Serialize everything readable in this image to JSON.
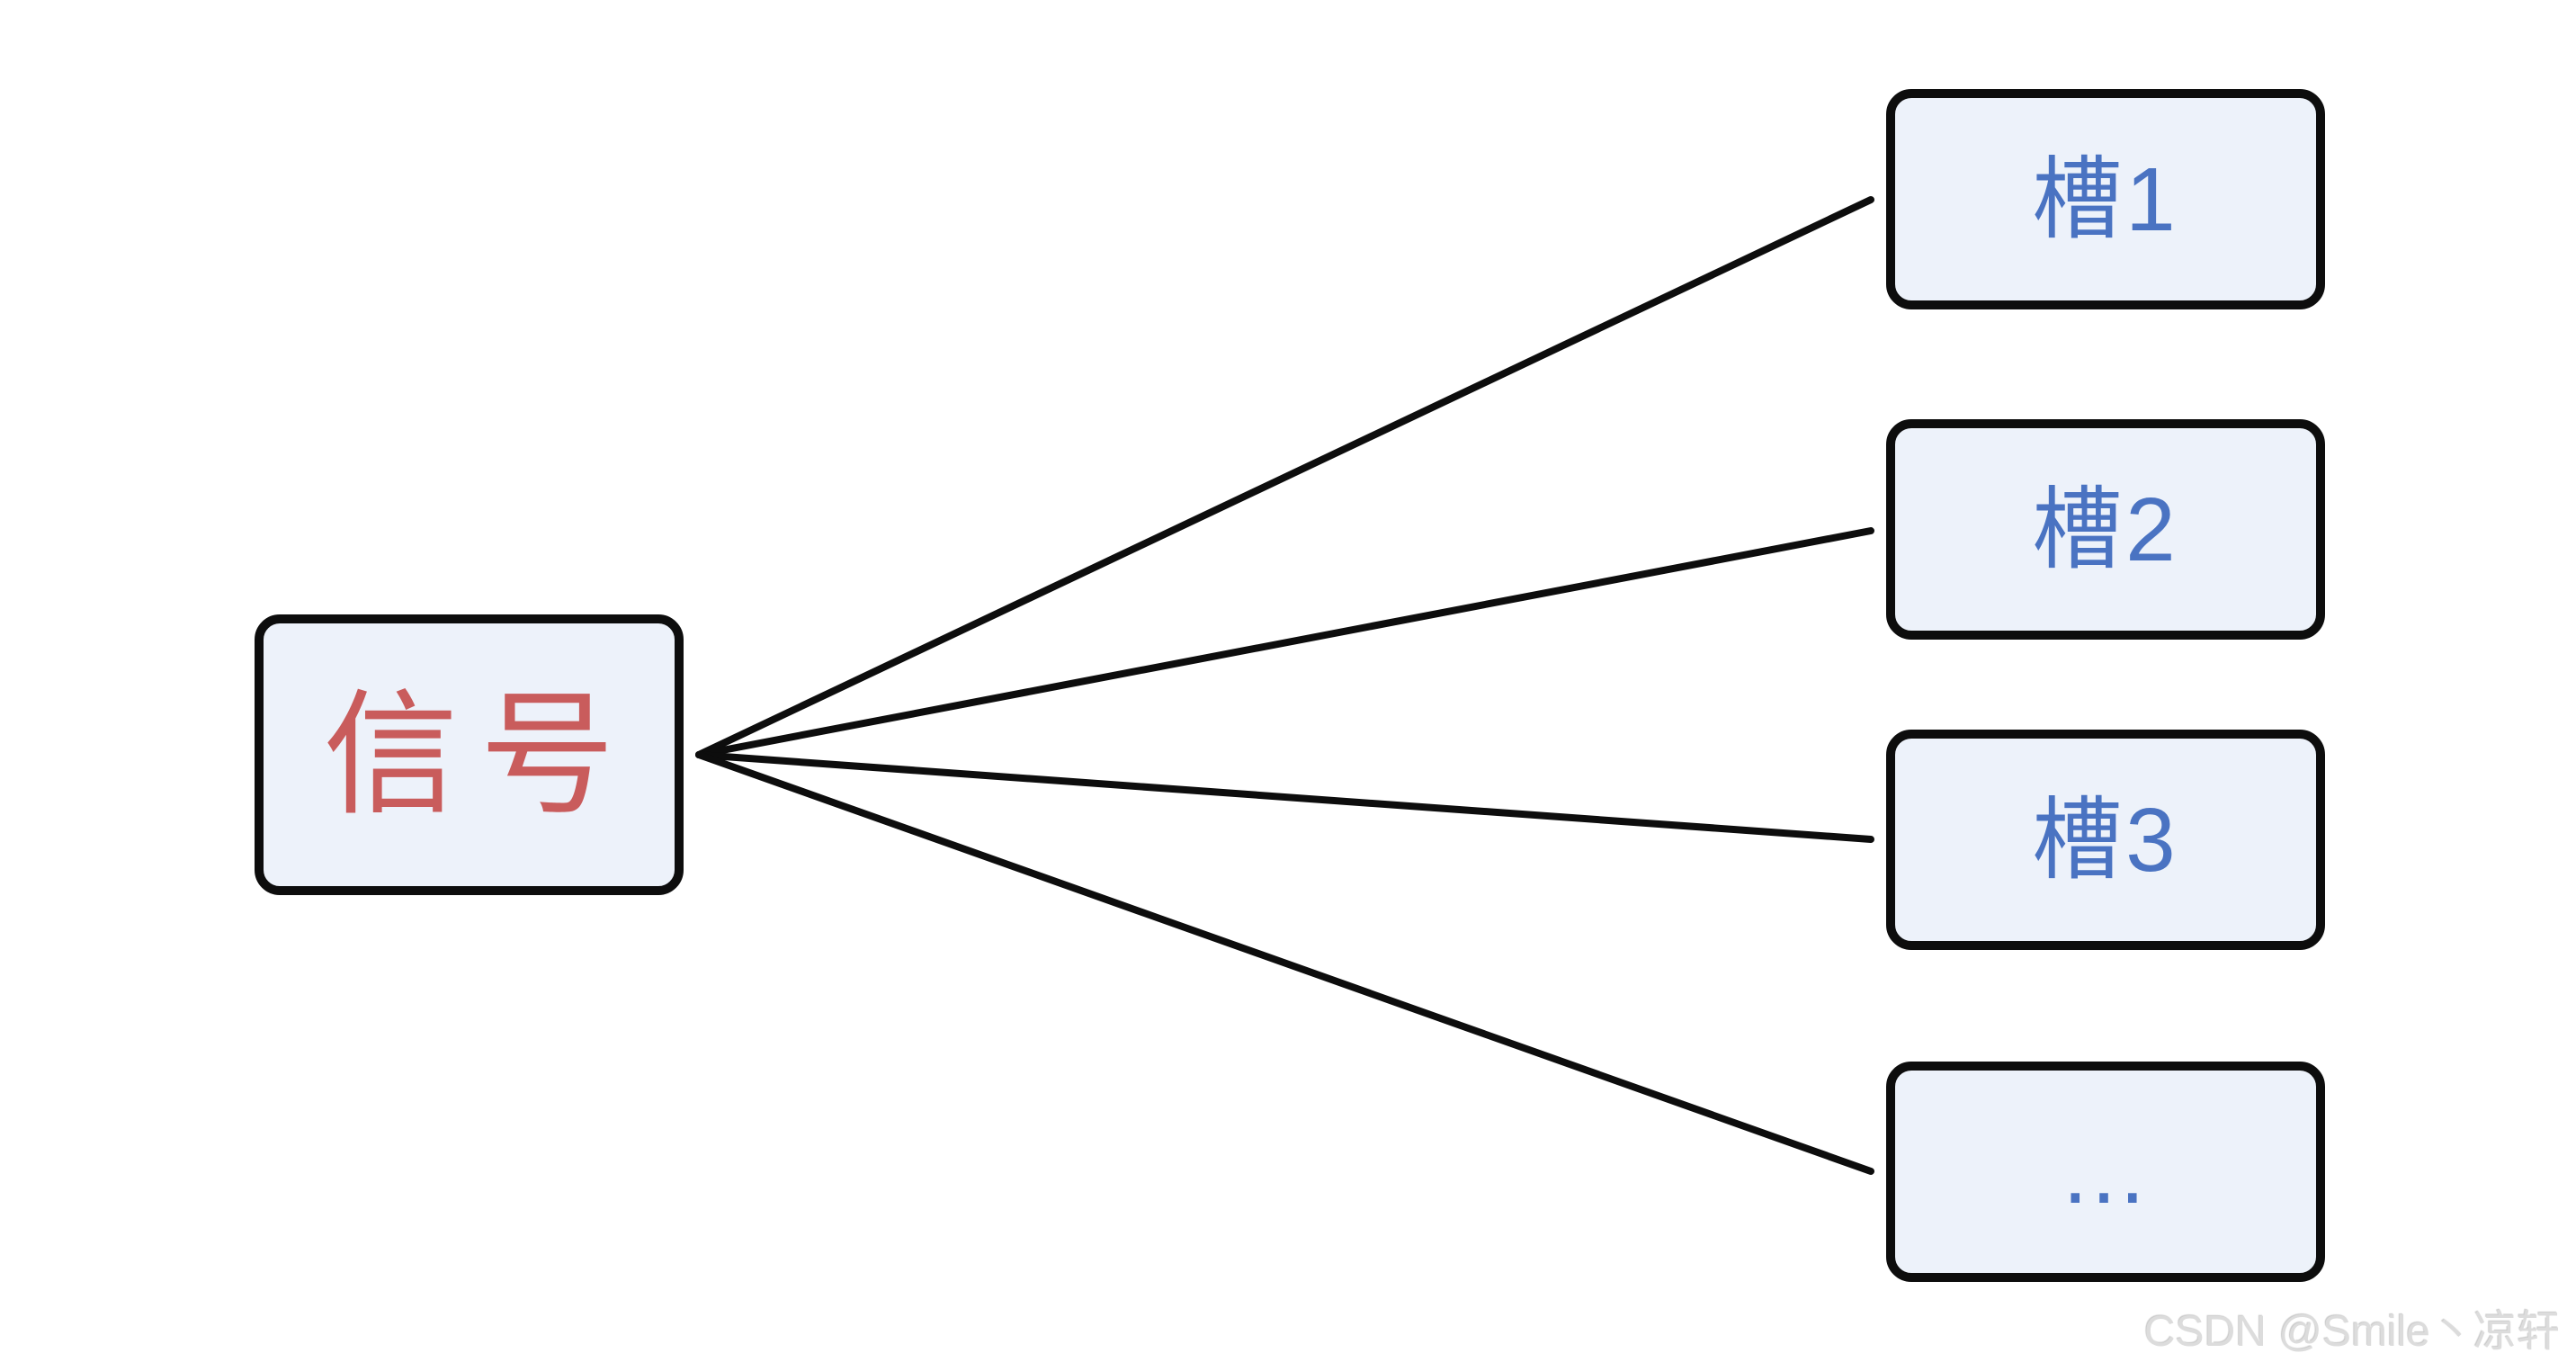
{
  "diagram": {
    "signal": {
      "label": "信号"
    },
    "slots": [
      {
        "id": "slot-1",
        "label": "槽1"
      },
      {
        "id": "slot-2",
        "label": "槽2"
      },
      {
        "id": "slot-3",
        "label": "槽3"
      },
      {
        "id": "slot-4",
        "label": "..."
      }
    ]
  },
  "watermark": {
    "text": "CSDN @Smile丶凉轩"
  },
  "theme": {
    "background": "#ffffff",
    "node-fill": "#edf2fa",
    "node-border": "#0d0d0d",
    "connector": "#0d0d0d",
    "signal-text": "#c95c5c",
    "slot-text": "#4a73c2",
    "watermark": "#dcdcdc"
  }
}
